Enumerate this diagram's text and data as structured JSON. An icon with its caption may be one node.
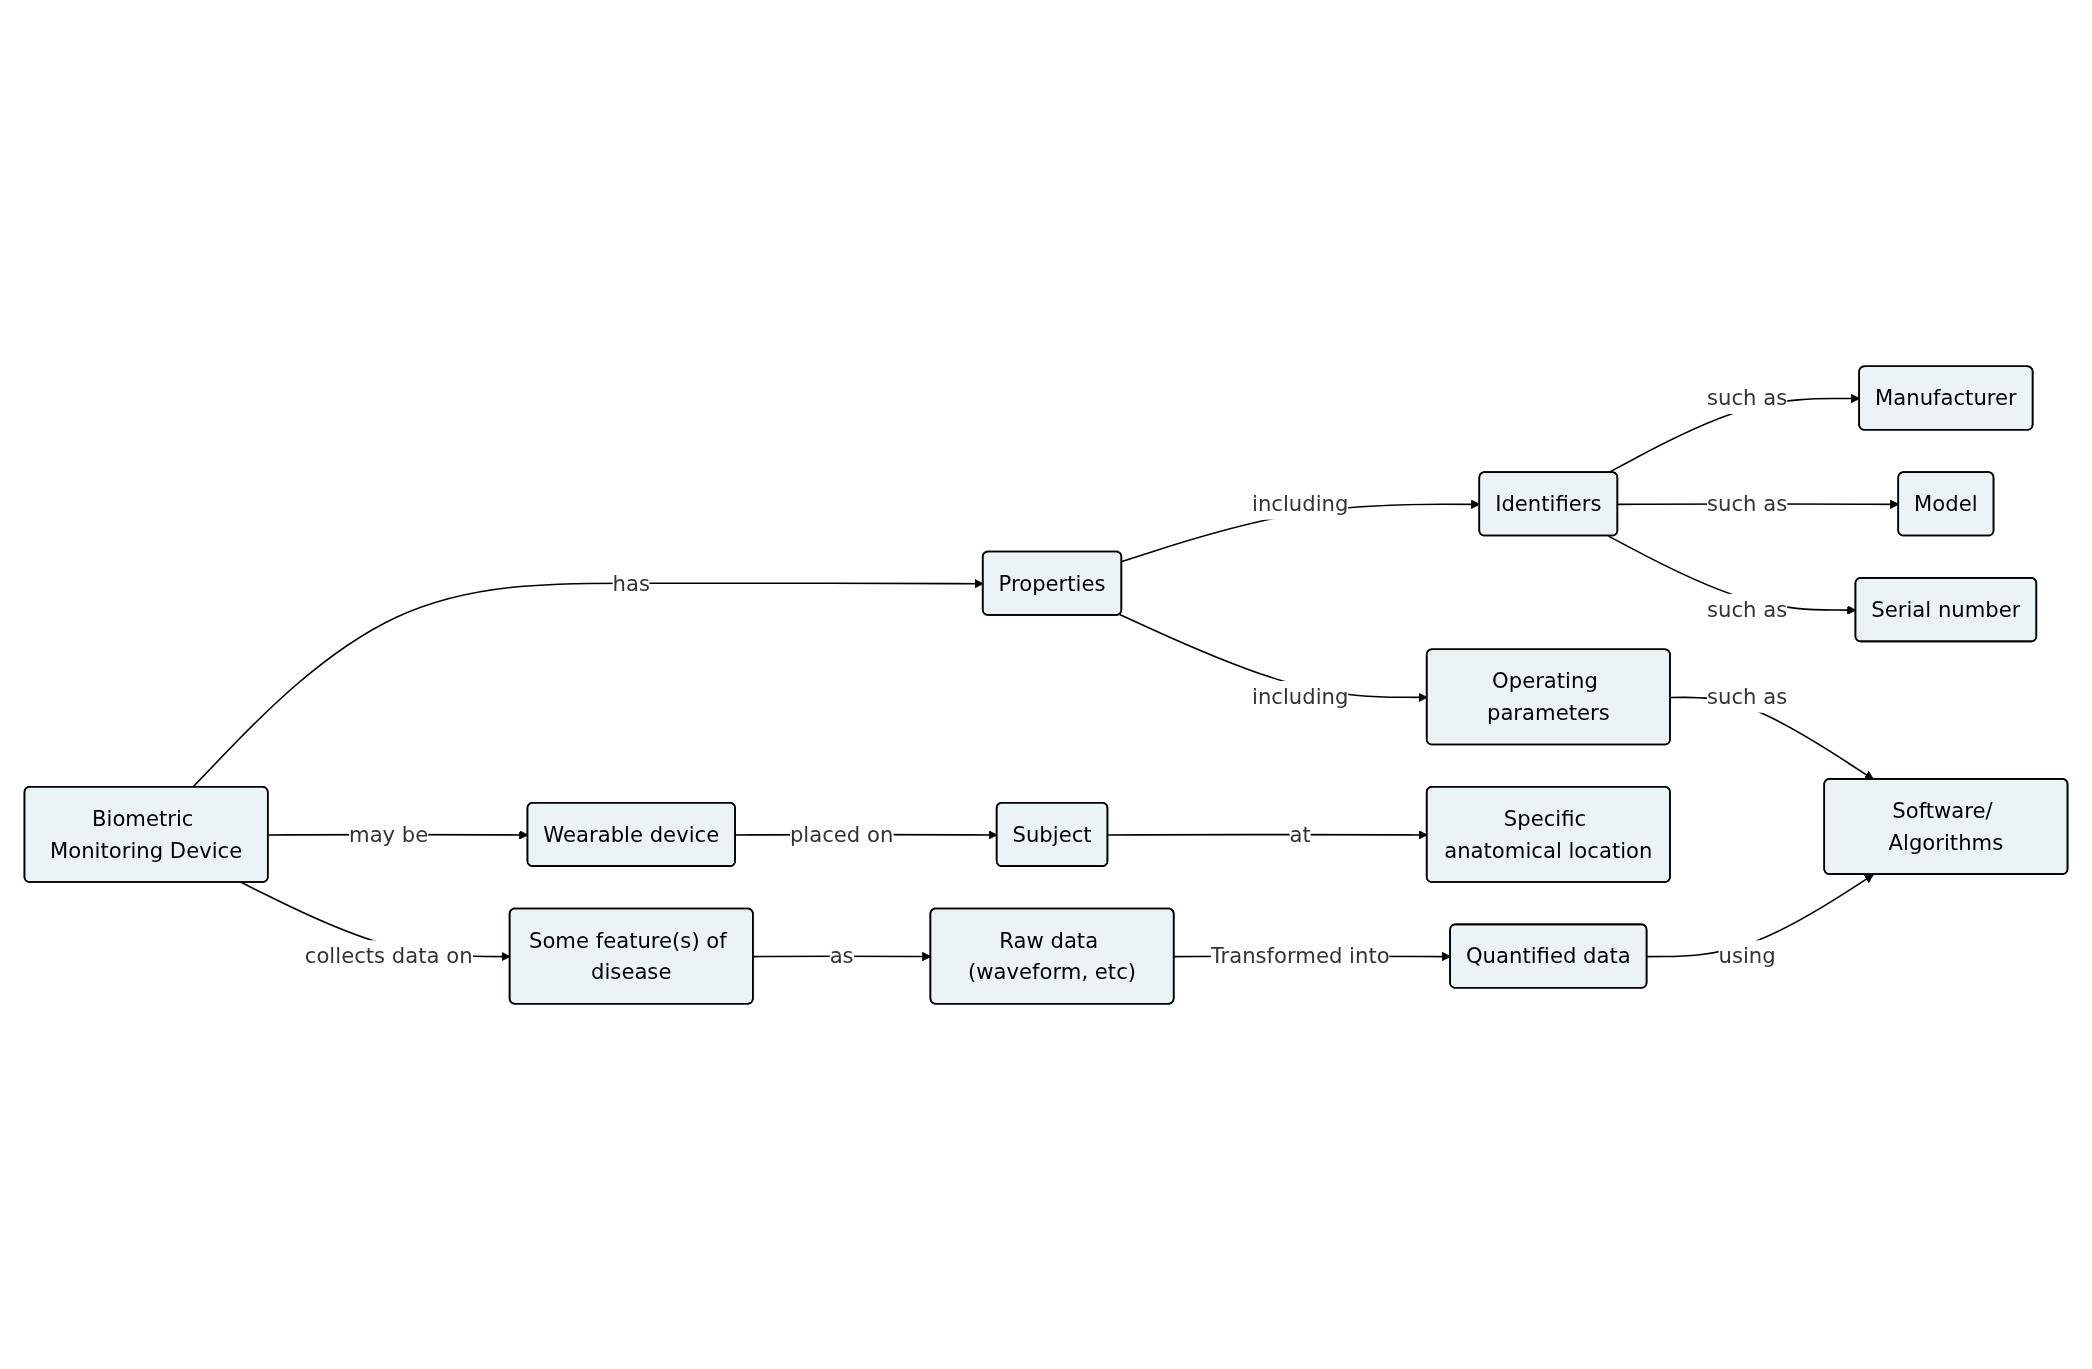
{
  "diagram": {
    "nodes": [
      {
        "text": [
          "Biometric Monitoring Device"
        ]
      },
      {
        "text": [
          "Properties"
        ]
      },
      {
        "text": [
          "Identifiers"
        ]
      },
      {
        "text": [
          "Manufacturer"
        ]
      },
      {
        "text": [
          "Model"
        ]
      },
      {
        "text": [
          "Operating parameters"
        ]
      },
      {
        "text": [
          "Serial number"
        ]
      },
      {
        "text": [
          "Wearable device"
        ]
      },
      {
        "text": [
          "Software/ Algorithms"
        ]
      },
      {
        "text": [
          "Subject"
        ]
      },
      {
        "text": [
          "Specific anatomical location"
        ]
      },
      {
        "text": [
          "Some feature(s) of disease"
        ]
      },
      {
        "text": [
          "Raw data (waveform, etc)"
        ]
      },
      {
        "text": [
          "Quantified data"
        ]
      }
    ],
    "edges": [
      {
        "from": 0,
        "to": 1,
        "arrow": "to",
        "label": "has"
      },
      {
        "from": 1,
        "to": 2,
        "arrow": "to",
        "label": "including"
      },
      {
        "from": 1,
        "to": 5,
        "arrow": "to",
        "label": "including"
      },
      {
        "from": 2,
        "to": 3,
        "arrow": "to",
        "label": "such as"
      },
      {
        "from": 2,
        "to": 4,
        "arrow": "to",
        "label": "such as"
      },
      {
        "from": 2,
        "to": 6,
        "arrow": "to",
        "label": "such as"
      },
      {
        "from": 0,
        "to": 7,
        "arrow": "to",
        "label": "may be"
      },
      {
        "from": 5,
        "to": 8,
        "arrow": "to",
        "label": "such as"
      },
      {
        "from": 7,
        "to": 9,
        "arrow": "to",
        "label": "placed on"
      },
      {
        "from": 9,
        "to": 10,
        "arrow": "to",
        "label": "at"
      },
      {
        "from": 0,
        "to": 11,
        "arrow": "to",
        "label": "collects data on"
      },
      {
        "from": 11,
        "to": 12,
        "arrow": "to",
        "label": "as"
      },
      {
        "from": 12,
        "to": 13,
        "arrow": "to",
        "label": "Transformed into"
      },
      {
        "from": 13,
        "to": 8,
        "arrow": "to",
        "label": "using"
      }
    ]
  }
}
